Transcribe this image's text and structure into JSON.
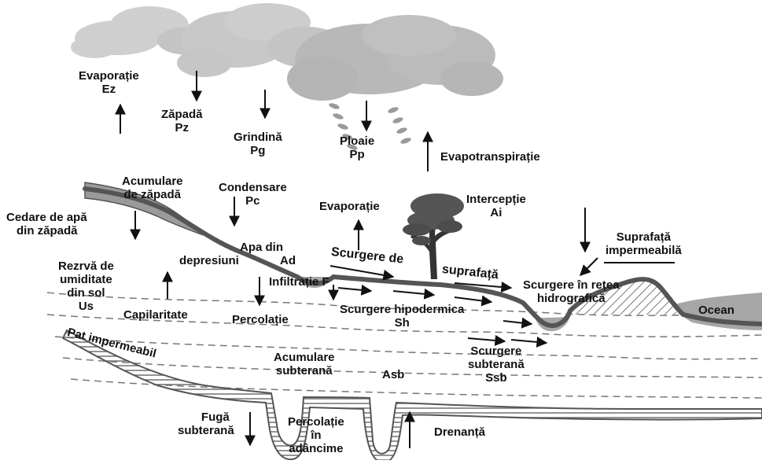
{
  "labels": {
    "evaporatie_sky_1": "Evaporație",
    "evaporatie_sky_2": "Ez",
    "zapada_1": "Zăpadă",
    "zapada_2": "Pz",
    "grindina_1": "Grindină",
    "grindina_2": "Pg",
    "ploaie_1": "Ploaie",
    "ploaie_2": "Pp",
    "evapotranspiratie": "Evapotranspirație",
    "acumulare_zapada_1": "Acumulare",
    "acumulare_zapada_2": "de zăpadă",
    "condensare_1": "Condensare",
    "condensare_2": "Pc",
    "evaporatie_ground": "Evaporație",
    "interceptie_1": "Intercepție",
    "interceptie_2": "Ai",
    "cedare_1": "Cedare de apă",
    "cedare_2": "din zăpadă",
    "apa_din": "Apa din",
    "depresiuni": "depresiuni",
    "ad": "Ad",
    "scurgere_de": "Scurgere de",
    "suprafata": "suprafață",
    "suprafata_impermeabila_1": "Suprafață",
    "suprafata_impermeabila_2": "impermeabilă",
    "rezerva_1": "Rezrvă de",
    "rezerva_2": "umiditate",
    "rezerva_3": "din sol",
    "rezerva_4": "Us",
    "infiltratie": "Infiltrație F",
    "scurgere_retea_1": "Scurgere în rețea",
    "scurgere_retea_2": "hidrografică",
    "ocean": "Ocean",
    "capilaritate": "Capilaritate",
    "percolatie": "Percolație",
    "scurgere_hipo_1": "Scurgere hipodermica",
    "scurgere_hipo_2": "Sh",
    "pat_impermeabil": "Pat impermeabil",
    "acumulare_sub_1": "Acumulare",
    "acumulare_sub_2": "subterană",
    "asb": "Asb",
    "scurgere_sub_1": "Scurgere",
    "scurgere_sub_2": "subterană",
    "scurgere_sub_3": "Ssb",
    "fuga_1": "Fugă",
    "fuga_2": "subterană",
    "percolatie_adanc_1": "Percolație",
    "percolatie_adanc_2": "în",
    "percolatie_adanc_3": "adâncime",
    "drenanta": "Drenanță"
  },
  "colors": {
    "cloud": "#c9c9c9",
    "cloud_dark": "#b4b4b4",
    "snow_cap": "#9a9a9a",
    "water": "#a6a6a6",
    "ground_line": "#555555",
    "arrow": "#111111"
  }
}
